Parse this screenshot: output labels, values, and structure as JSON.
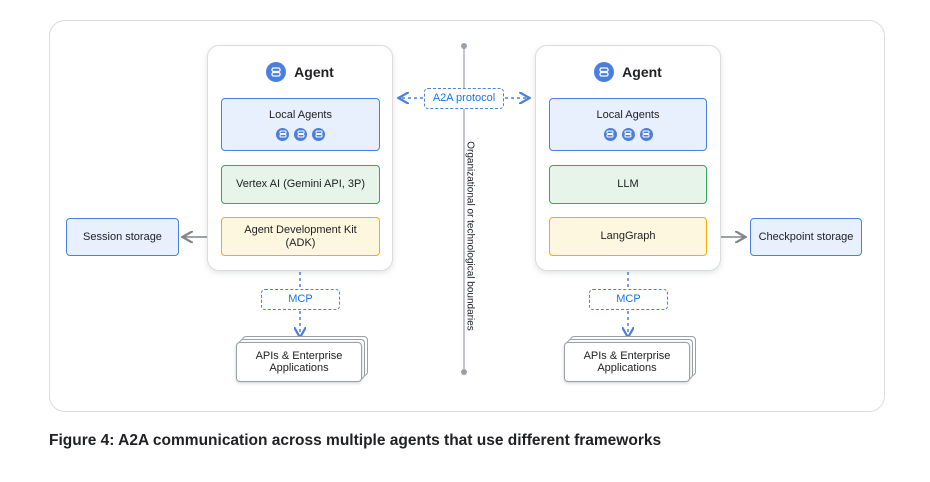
{
  "left_agent": {
    "title": "Agent",
    "local_agents": "Local Agents",
    "model": "Vertex AI (Gemini API, 3P)",
    "framework": "Agent Development Kit\n(ADK)",
    "storage": "Session storage",
    "protocol": "MCP",
    "apis": "APIs & Enterprise\nApplications"
  },
  "right_agent": {
    "title": "Agent",
    "local_agents": "Local Agents",
    "model": "LLM",
    "framework": "LangGraph",
    "storage": "Checkpoint storage",
    "protocol": "MCP",
    "apis": "APIs & Enterprise\nApplications"
  },
  "a2a_label": "A2A protocol",
  "boundary_label": "Organizational or technological boundaries",
  "caption": "Figure 4: A2A communication across multiple agents that use different frameworks",
  "colors": {
    "accent_blue": "#4a7fe0",
    "green": "#34a853",
    "yellow": "#f9ab00"
  }
}
